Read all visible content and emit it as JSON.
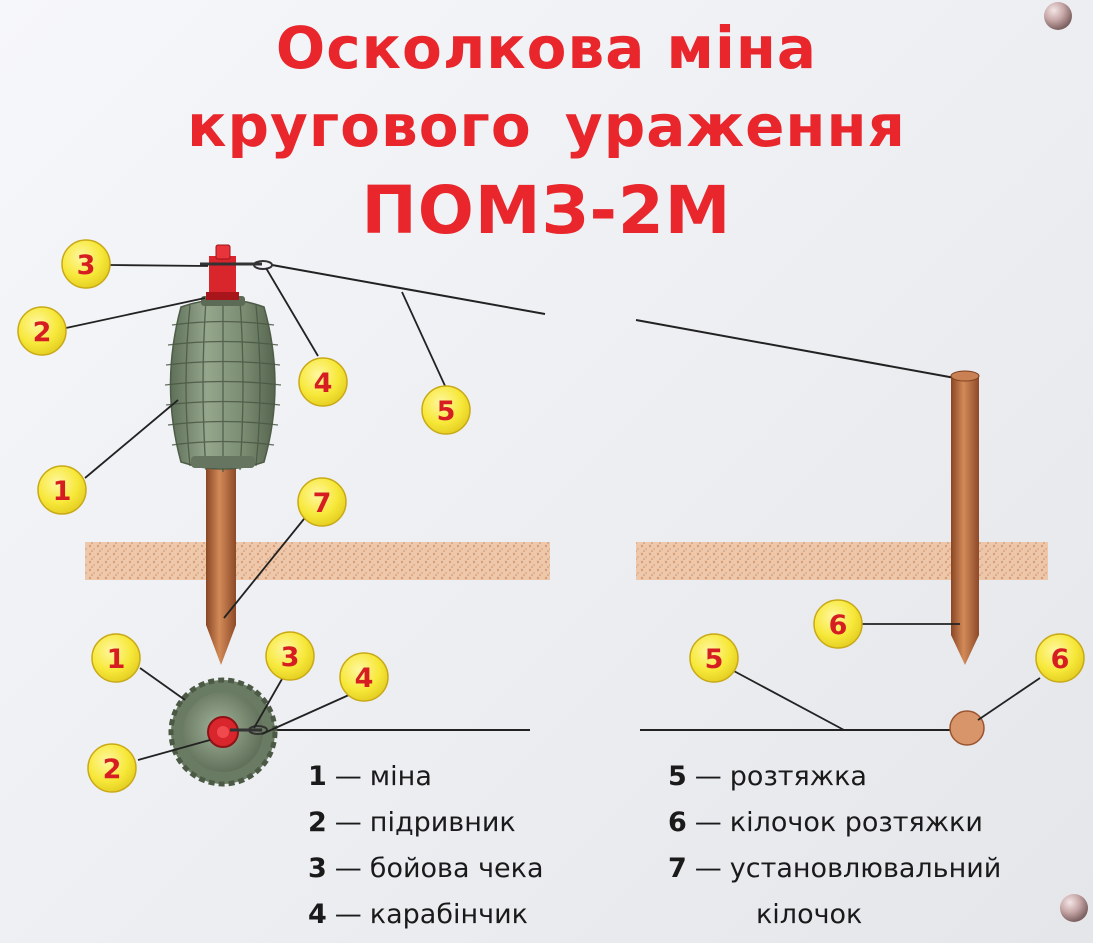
{
  "title": {
    "line1": "Осколкова міна",
    "line2": "кругового ураження",
    "line3": "ПОМЗ-2М"
  },
  "callouts": [
    "1",
    "2",
    "3",
    "4",
    "5",
    "6",
    "7"
  ],
  "legend": {
    "dash": "—",
    "items": [
      {
        "num": "1",
        "text": "міна"
      },
      {
        "num": "2",
        "text": "підривник"
      },
      {
        "num": "3",
        "text": "бойова чека"
      },
      {
        "num": "4",
        "text": "карабінчик"
      },
      {
        "num": "5",
        "text": "розтяжка"
      },
      {
        "num": "6",
        "text": "кілочок розтяжки"
      },
      {
        "num": "7",
        "text": "установлювальний",
        "continuation": "кілочок"
      }
    ]
  },
  "colors": {
    "title": "#e8262b",
    "badge_fill": "#f7e83a",
    "badge_text": "#d61d22",
    "mine_body": "#7e9077",
    "stake": "#b8693e",
    "fuse": "#d9252c",
    "ground": "#e8b088"
  }
}
